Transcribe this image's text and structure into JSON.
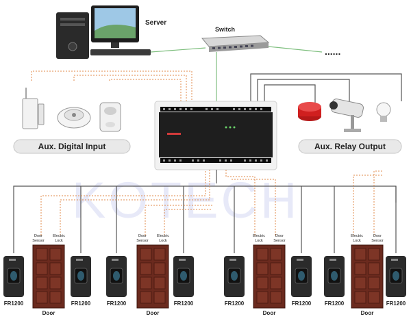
{
  "labels": {
    "server": "Server",
    "switch": "Switch",
    "more": "......",
    "aux_input": "Aux. Digital Input",
    "aux_output": "Aux. Relay Output",
    "watermark": "KOTECH"
  },
  "door_labels": {
    "door": "Door",
    "door_sensor": "Door Sensor",
    "electric_lock": "Electric Lock",
    "reader": "FR1200"
  },
  "colors": {
    "wire": "#555555",
    "dashed_wire": "#e08a4a",
    "network": "#7fbf7f",
    "door": "#6b2a1e",
    "reader": "#2b2b2b",
    "controller": "#1e1e1e",
    "alarm": "#d01f1f"
  }
}
